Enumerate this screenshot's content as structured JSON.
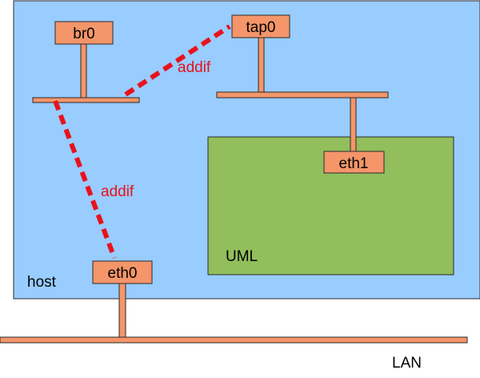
{
  "diagram": {
    "host": {
      "label": "host"
    },
    "uml": {
      "label": "UML"
    },
    "lan": {
      "label": "LAN"
    },
    "devices": {
      "br0": {
        "label": "br0"
      },
      "tap0": {
        "label": "tap0"
      },
      "eth1": {
        "label": "eth1"
      },
      "eth0": {
        "label": "eth0"
      }
    },
    "links": {
      "br0_tap0": {
        "label": "addif"
      },
      "br0_eth0": {
        "label": "addif"
      }
    }
  },
  "colors": {
    "host_fill": "#99ccff",
    "uml_fill": "#92be5c",
    "device_fill": "#f4956a",
    "link_color": "#e8121c",
    "outline": "#2a2a2a"
  }
}
